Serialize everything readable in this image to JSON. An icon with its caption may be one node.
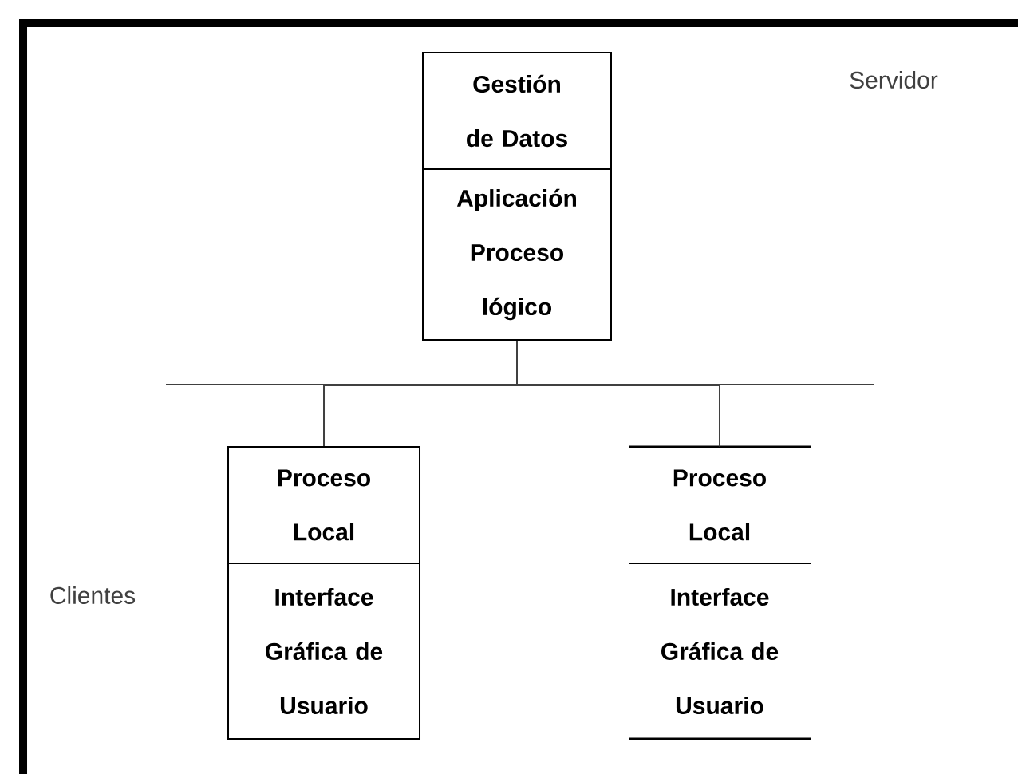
{
  "diagram": {
    "nodes": [
      {
        "text": [
          "Gestión de Datos",
          "Aplicación Proceso lógico"
        ]
      },
      {
        "text": [
          "Proceso Local",
          "Interface Gráfica de Usuario"
        ]
      },
      {
        "text": [
          "Proceso Local",
          "Interface Gráfica de Usuario"
        ]
      }
    ],
    "edges": [
      {
        "from": 0,
        "to": 1,
        "arrow": "none"
      },
      {
        "from": 0,
        "to": 2,
        "arrow": "none"
      }
    ],
    "labels": [
      "Servidor",
      "Clientes"
    ]
  }
}
